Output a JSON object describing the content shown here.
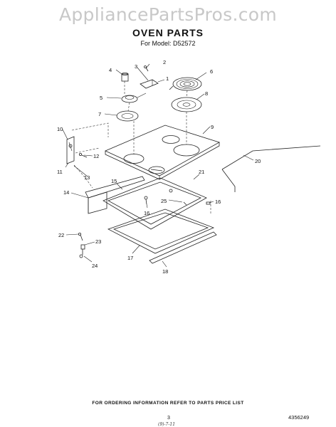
{
  "watermark": "AppliancePartsPros.com",
  "title": "OVEN PARTS",
  "model_line": "For Model: D52572",
  "callouts": [
    "1",
    "2",
    "3",
    "4",
    "5",
    "6",
    "7",
    "8",
    "9",
    "10",
    "11",
    "12",
    "13",
    "14",
    "15",
    "16",
    "16",
    "17",
    "18",
    "20",
    "21",
    "22",
    "23",
    "24",
    "25"
  ],
  "footer_note": "FOR ORDERING INFORMATION REFER TO PARTS PRICE LIST",
  "page_number": "3",
  "handwritten_note": "(9)-7-11",
  "document_number": "4356249"
}
